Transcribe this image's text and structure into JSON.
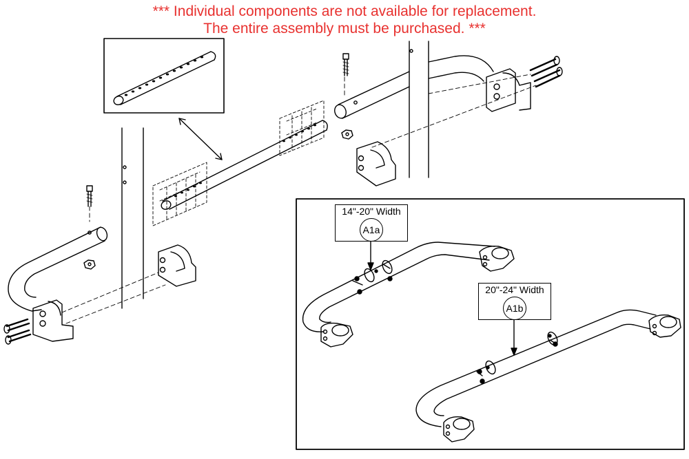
{
  "notice": {
    "line1": "*** Individual components are not available for replacement.",
    "line2": "The entire assembly must be purchased. ***",
    "color": "#e8312f"
  },
  "callouts": [
    {
      "width_range": "14\"-20\" Width",
      "part_id": "A1a"
    },
    {
      "width_range": "20\"-24\" Width",
      "part_id": "A1b"
    }
  ]
}
